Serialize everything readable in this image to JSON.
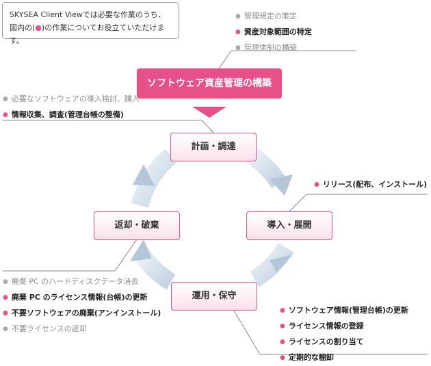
{
  "note": {
    "line1": "SKYSEA Client Viewでは必要な作業のうち、",
    "line2_prefix": "図内の(",
    "line2_dot": "●",
    "line2_suffix": ")の作業についてお役立ていただけます。"
  },
  "title": "ソフトウェア資産管理の構築",
  "nodes": {
    "plan": "計画・調達",
    "deploy": "導入・展開",
    "operate": "運用・保守",
    "return": "返却・破棄"
  },
  "lists": {
    "top_right": [
      {
        "text": "管理規定の策定",
        "highlight": false
      },
      {
        "text": "資産対象範囲の特定",
        "highlight": true
      },
      {
        "text": "管理体制の構築",
        "highlight": false
      }
    ],
    "plan": [
      {
        "text": "必要なソフトウェアの導入検討、購入",
        "highlight": false
      },
      {
        "text": "情報収集、調査(管理台帳の整備)",
        "highlight": true
      }
    ],
    "deploy": [
      {
        "text": "リリース(配布、インストール)",
        "highlight": true
      }
    ],
    "return": [
      {
        "text": "廃棄 PC のハードディスクデータ消去",
        "highlight": false
      },
      {
        "text": "廃棄 PC のライセンス情報(台帳)の更新",
        "highlight": true
      },
      {
        "text": "不要ソフトウェアの廃棄(アンインストール)",
        "highlight": true
      },
      {
        "text": "不要ライセンスの返却",
        "highlight": false
      }
    ],
    "operate": [
      {
        "text": "ソフトウェア情報(管理台帳)の更新",
        "highlight": true
      },
      {
        "text": "ライセンス情報の登録",
        "highlight": true
      },
      {
        "text": "ライセンスの割り当て",
        "highlight": true
      },
      {
        "text": "定期的な棚卸",
        "highlight": true
      }
    ]
  },
  "colors": {
    "accent": "#e8508a",
    "cycle_light": "#e3ebf3",
    "cycle_dark": "#b4c7d9",
    "leader": "#888888"
  }
}
